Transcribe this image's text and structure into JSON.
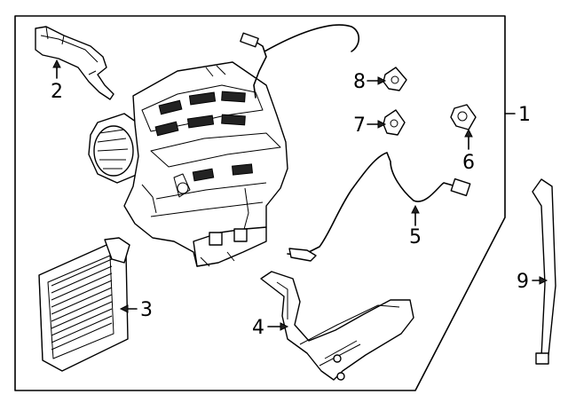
{
  "diagram": {
    "callouts": [
      {
        "id": "1",
        "text": "1"
      },
      {
        "id": "2",
        "text": "2"
      },
      {
        "id": "3",
        "text": "3"
      },
      {
        "id": "4",
        "text": "4"
      },
      {
        "id": "5",
        "text": "5"
      },
      {
        "id": "6",
        "text": "6"
      },
      {
        "id": "7",
        "text": "7"
      },
      {
        "id": "8",
        "text": "8"
      },
      {
        "id": "9",
        "text": "9"
      }
    ],
    "parts": [
      {
        "callout": "1",
        "icon": "hvac-unit-assembly-icon"
      },
      {
        "callout": "2",
        "icon": "duct-bracket-icon"
      },
      {
        "callout": "3",
        "icon": "evaporator-core-icon"
      },
      {
        "callout": "4",
        "icon": "heater-core-icon"
      },
      {
        "callout": "5",
        "icon": "wire-harness-icon"
      },
      {
        "callout": "6",
        "icon": "actuator-icon"
      },
      {
        "callout": "7",
        "icon": "actuator-icon"
      },
      {
        "callout": "8",
        "icon": "actuator-icon"
      },
      {
        "callout": "9",
        "icon": "drain-hose-icon"
      }
    ]
  }
}
